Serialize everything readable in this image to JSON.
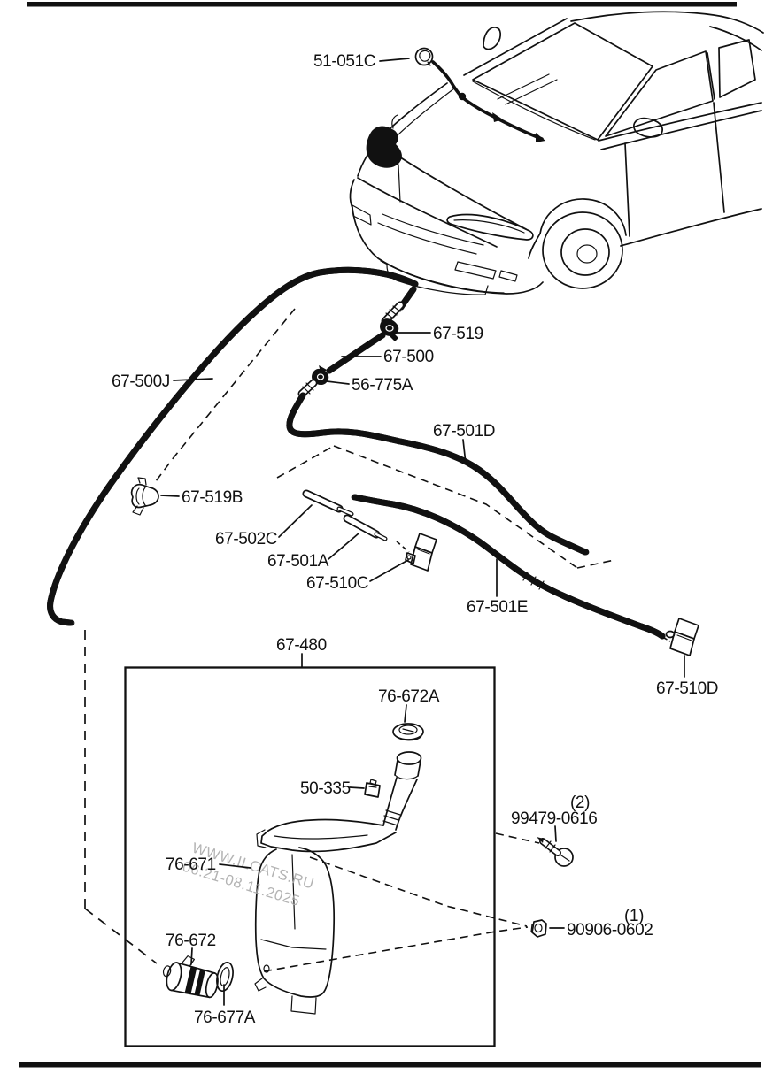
{
  "page": {
    "background": "#ffffff",
    "ink_color": "#111111",
    "watermark_color": "#a6a6a6"
  },
  "diagram": {
    "watermark": {
      "line1": "WWW.ILCATS.RU",
      "line2": "06:21-08.11.2025"
    },
    "parts": [
      {
        "label": "51-051C",
        "name": "grommet"
      },
      {
        "label": "67-519",
        "name": "hose-joint"
      },
      {
        "label": "67-500",
        "name": "washer-hose"
      },
      {
        "label": "56-775A",
        "name": "hose-joint"
      },
      {
        "label": "67-500J",
        "name": "washer-hose"
      },
      {
        "label": "67-501D",
        "name": "washer-hose"
      },
      {
        "label": "67-519B",
        "name": "hose-clip"
      },
      {
        "label": "67-502C",
        "name": "hose-piece"
      },
      {
        "label": "67-501A",
        "name": "hose-piece"
      },
      {
        "label": "67-510C",
        "name": "washer-nozzle"
      },
      {
        "label": "67-501E",
        "name": "washer-hose"
      },
      {
        "label": "67-510D",
        "name": "washer-nozzle"
      },
      {
        "label": "67-480",
        "name": "reservoir-assembly-box"
      },
      {
        "label": "76-672A",
        "name": "tank-cap"
      },
      {
        "label": "50-335",
        "name": "clamp"
      },
      {
        "label": "76-671",
        "name": "washer-tank"
      },
      {
        "label": "76-672",
        "name": "washer-pump"
      },
      {
        "label": "76-677A",
        "name": "pump-seal"
      },
      {
        "label": "99479-0616",
        "qty": "(2)",
        "name": "screw"
      },
      {
        "label": "90906-0602",
        "qty": "(1)",
        "name": "nut"
      }
    ]
  }
}
